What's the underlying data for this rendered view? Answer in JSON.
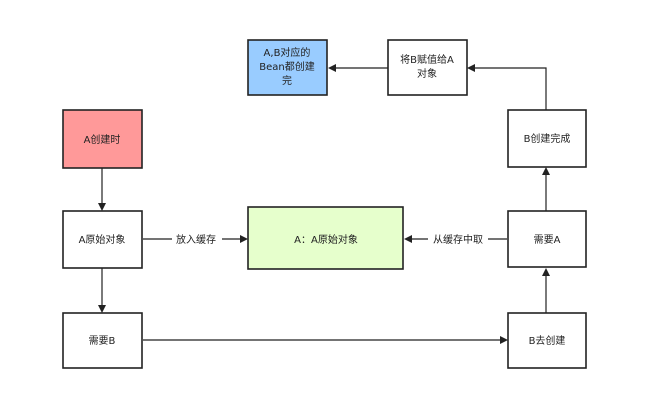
{
  "nodes": {
    "a_create": {
      "lines": [
        "A创建时"
      ],
      "fill": "#ff9999"
    },
    "a_raw": {
      "lines": [
        "A原始对象"
      ],
      "fill": "#ffffff"
    },
    "need_b": {
      "lines": [
        "需要B"
      ],
      "fill": "#ffffff"
    },
    "cache": {
      "lines": [
        "A：A原始对象"
      ],
      "fill": "#e6ffcc"
    },
    "b_create": {
      "lines": [
        "B去创建"
      ],
      "fill": "#ffffff"
    },
    "need_a": {
      "lines": [
        "需要A"
      ],
      "fill": "#ffffff"
    },
    "b_done": {
      "lines": [
        "B创建完成"
      ],
      "fill": "#ffffff"
    },
    "assign": {
      "lines": [
        "将B赋值给A",
        "对象"
      ],
      "fill": "#ffffff"
    },
    "beans_done": {
      "lines": [
        "A,B对应的",
        "Bean都创建",
        "完"
      ],
      "fill": "#99ccff"
    }
  },
  "edges": {
    "put_cache": "放入缓存",
    "get_cache": "从缓存中取"
  }
}
